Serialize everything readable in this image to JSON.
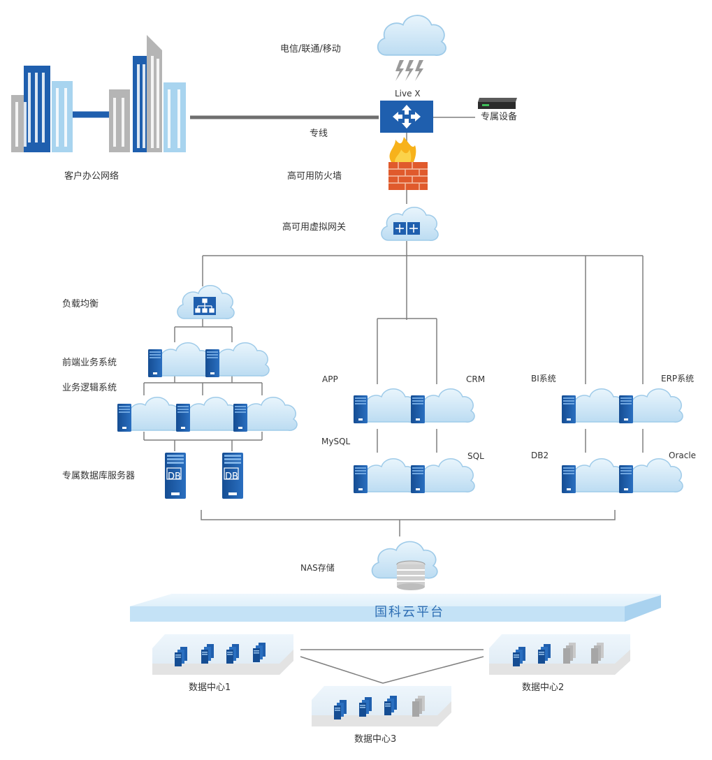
{
  "labels": {
    "carrier": "电信/联通/移动",
    "livex": "Live X",
    "dedicated_device": "专属设备",
    "dedicated_line": "专线",
    "office_network": "客户办公网络",
    "firewall": "高可用防火墙",
    "gateway": "高可用虚拟网关",
    "load_balance": "负载均衡",
    "frontend": "前端业务系统",
    "logic": "业务逻辑系统",
    "db_servers": "专属数据库服务器",
    "app": "APP",
    "crm": "CRM",
    "mysql": "MySQL",
    "sql": "SQL",
    "bi": "BI系统",
    "erp": "ERP系统",
    "db2": "DB2",
    "oracle": "Oracle",
    "nas": "NAS存储",
    "platform": "国科云平台",
    "dc1": "数据中心1",
    "dc2": "数据中心2",
    "dc3": "数据中心3",
    "db_tag": "DB"
  },
  "colors": {
    "line": "#7f7f7f",
    "blue": "#1f5fae",
    "light_blue": "#a8d4ef",
    "cloud": "#d6ebf8",
    "gray_building": "#b5b5b5",
    "brick": "#e05a2c",
    "platform": "#d4eaf8"
  }
}
